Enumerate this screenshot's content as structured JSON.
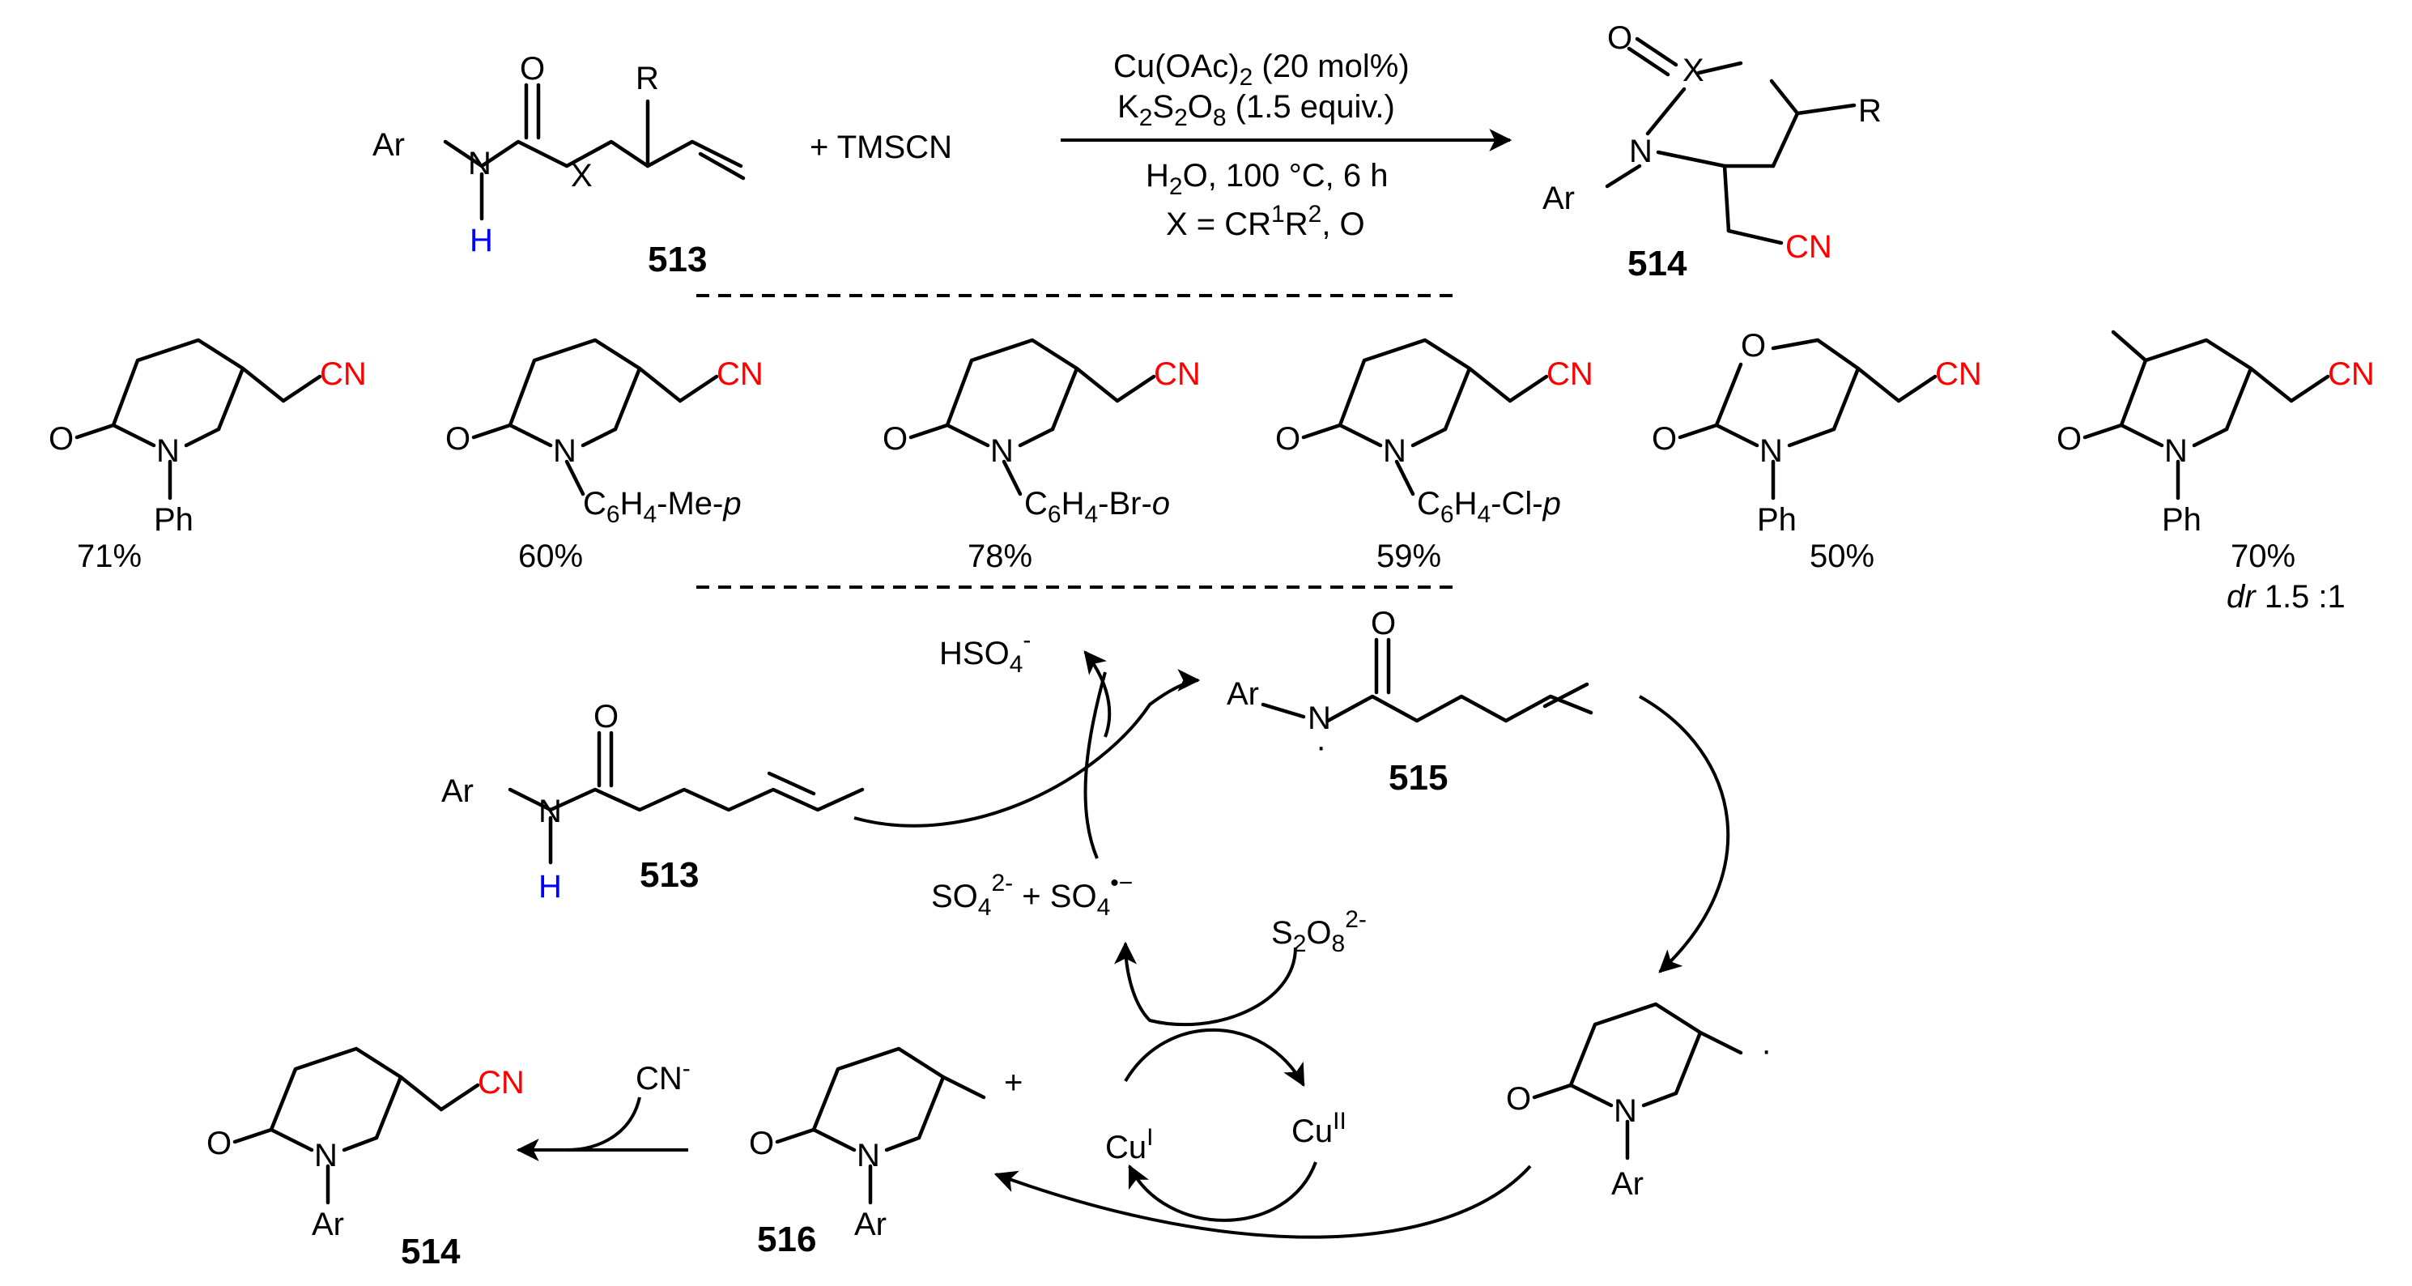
{
  "colors": {
    "cyano": "#ff0000",
    "nh_hydrogen": "#0000ff",
    "ink": "#000000"
  },
  "atoms": {
    "ar": "Ar",
    "n": "N",
    "h": "H",
    "o": "O",
    "x": "X",
    "r": "R",
    "cn": "CN",
    "ph": "Ph",
    "cn_anion": "CN",
    "minus": "-",
    "plus": "+",
    "dot": "·"
  },
  "reaction": {
    "tmscn": "+ TMSCN",
    "conditions": {
      "cat_a": "Cu(OAc)",
      "cat_sub": "2",
      "cat_b": " (20 mol%)",
      "ox_a": "K",
      "ox_s1": "2",
      "ox_b": "S",
      "ox_s2": "2",
      "ox_c": "O",
      "ox_s3": "8",
      "ox_d": " (1.5 equiv.)",
      "solv_a": "H",
      "solv_sub": "2",
      "solv_b": "O, 100 °C, 6 h",
      "x_a": "X = CR",
      "x_sup1": "1",
      "x_b": "R",
      "x_sup2": "2",
      "x_c": ", O"
    }
  },
  "compounds": {
    "c513": "513",
    "c514": "514",
    "c515": "515",
    "c516": "516"
  },
  "products": [
    {
      "yield": "71%"
    },
    {
      "yield": "60%",
      "aryl_a": "C",
      "aryl_sub1": "6",
      "aryl_b": "H",
      "aryl_sub2": "4",
      "aryl_c": "-Me-",
      "aryl_pos": "p"
    },
    {
      "yield": "78%",
      "aryl_a": "C",
      "aryl_sub1": "6",
      "aryl_b": "H",
      "aryl_sub2": "4",
      "aryl_c": "-Br-",
      "aryl_pos": "o"
    },
    {
      "yield": "59%",
      "aryl_a": "C",
      "aryl_sub1": "6",
      "aryl_b": "H",
      "aryl_sub2": "4",
      "aryl_c": "-Cl-",
      "aryl_pos": "p"
    },
    {
      "yield": "50%"
    },
    {
      "yield": "70%",
      "dr_label": "dr",
      "dr_value": " 1.5 :1"
    }
  ],
  "mechanism": {
    "hso4": "HSO",
    "hso4_sub": "4",
    "hso4_sup": "-",
    "so4_a": "SO",
    "so4_sub1": "4",
    "so4_sup1": "2-",
    "so4_plus": " + SO",
    "so4_sub2": "4",
    "so4_sup2": "•−",
    "s2o8_a": "S",
    "s2o8_sub1": "2",
    "s2o8_b": "O",
    "s2o8_sub2": "8",
    "s2o8_sup": "2-",
    "cu1_a": "Cu",
    "cu1_sup": "I",
    "cu2_a": "Cu",
    "cu2_sup": "II"
  }
}
